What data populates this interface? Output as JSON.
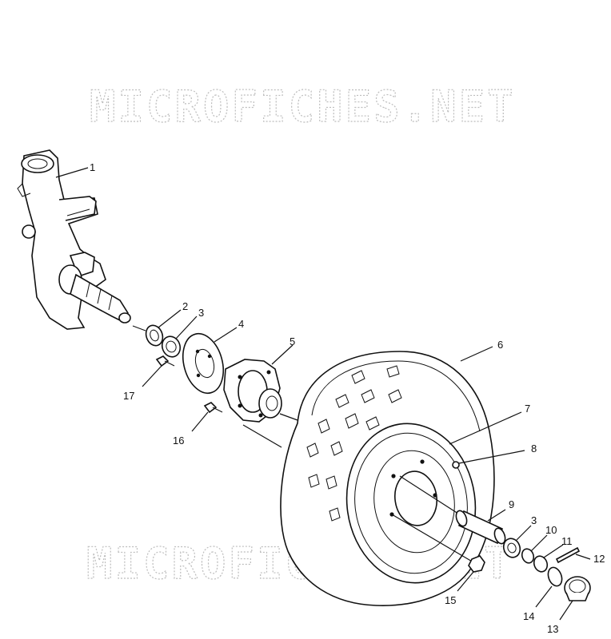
{
  "watermark": {
    "top_text": "MICROFICHES.NET",
    "bottom_text": "MICROFICHES.NET"
  },
  "callouts": [
    "1",
    "2",
    "3",
    "4",
    "5",
    "6",
    "7",
    "8",
    "9",
    "3",
    "10",
    "11",
    "12",
    "13",
    "14",
    "15",
    "16",
    "17"
  ],
  "parts": [
    "steering-knuckle",
    "seal",
    "bearing",
    "brake-disc",
    "wheel-hub",
    "tire",
    "wheel-rim",
    "valve-stem",
    "spacer",
    "bearing",
    "washer",
    "cotter-pin",
    "cotter-pin-end",
    "hub-cap",
    "o-ring",
    "lug-nut",
    "bolt",
    "bolt"
  ]
}
